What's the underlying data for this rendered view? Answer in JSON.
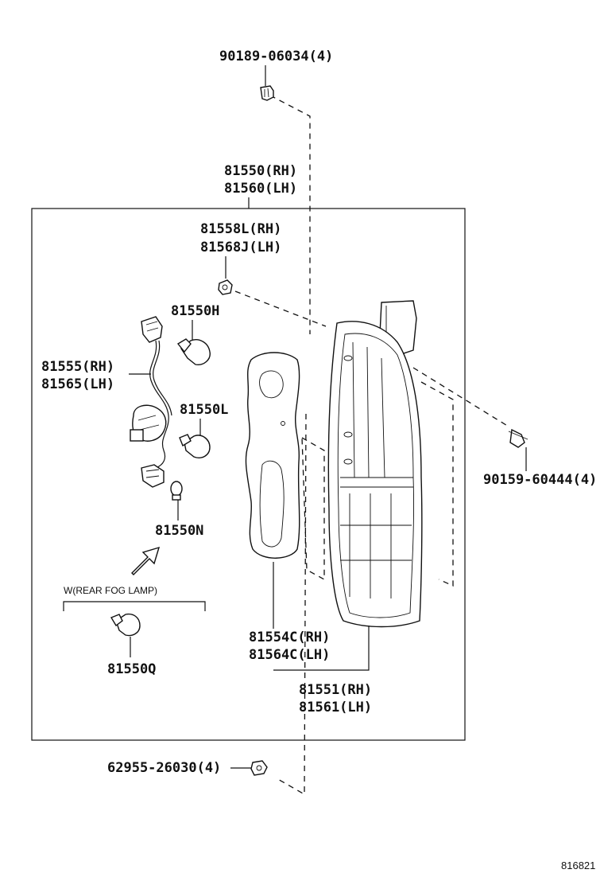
{
  "labels": {
    "screw_top": "90189-06034(4)",
    "assy_rh": "81550(RH)",
    "assy_lh": "81560(LH)",
    "clip_rh": "81558L(RH)",
    "clip_lh": "81568J(LH)",
    "bulb_h": "81550H",
    "socket_rh": "81555(RH)",
    "socket_lh": "81565(LH)",
    "bulb_l": "81550L",
    "bulb_n": "81550N",
    "fog_note": "W(REAR FOG LAMP)",
    "bulb_q": "81550Q",
    "screw_right": "90159-60444(4)",
    "gasket_rh": "81554C(RH)",
    "gasket_lh": "81564C(LH)",
    "lens_rh": "81551(RH)",
    "lens_lh": "81561(LH)",
    "nut_bottom": "62955-26030(4)",
    "diagram_ref": "816821"
  }
}
